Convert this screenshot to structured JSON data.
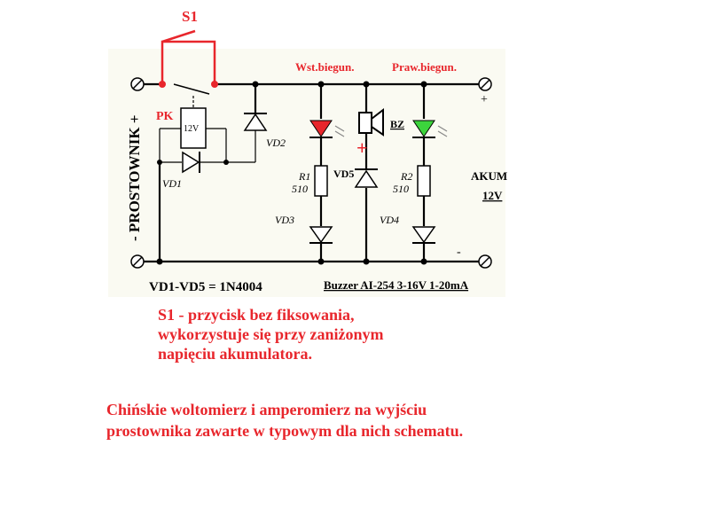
{
  "diagram": {
    "switch_label": "S1",
    "relay_label": "PK",
    "relay_voltage": "12V",
    "side_label": "- PROSTOWNIK +",
    "vd1": "VD1",
    "vd2": "VD2",
    "vd3": "VD3",
    "vd4": "VD4",
    "vd5": "VD5",
    "r1_name": "R1",
    "r1_value": "510",
    "r2_name": "R2",
    "r2_value": "510",
    "bz": "BZ",
    "bz_plus": "+",
    "wst": "Wst.biegun.",
    "praw": "Praw.biegun.",
    "out_plus": "+",
    "out_minus": "-",
    "akum": "AKUM",
    "akum_v": "12V",
    "diodes_note": "VD1-VD5 = 1N4004",
    "buzzer_note": "Buzzer AI-254 3-16V 1-20mA",
    "colors": {
      "wire": "#000000",
      "switch": "#e8262c",
      "led_red": "#e8262c",
      "led_green": "#3cd43c",
      "background": "#fafaf2"
    }
  },
  "notes": {
    "s1_line1": "S1 - przycisk bez fiksowania,",
    "s1_line2": "wykorzystuje się przy zaniżonym",
    "s1_line3": "napięciu akumulatora.",
    "meter_line1": "Chińskie woltomierz i amperomierz na wyjściu",
    "meter_line2": "prostownika zawarte w typowym dla nich schematu."
  }
}
